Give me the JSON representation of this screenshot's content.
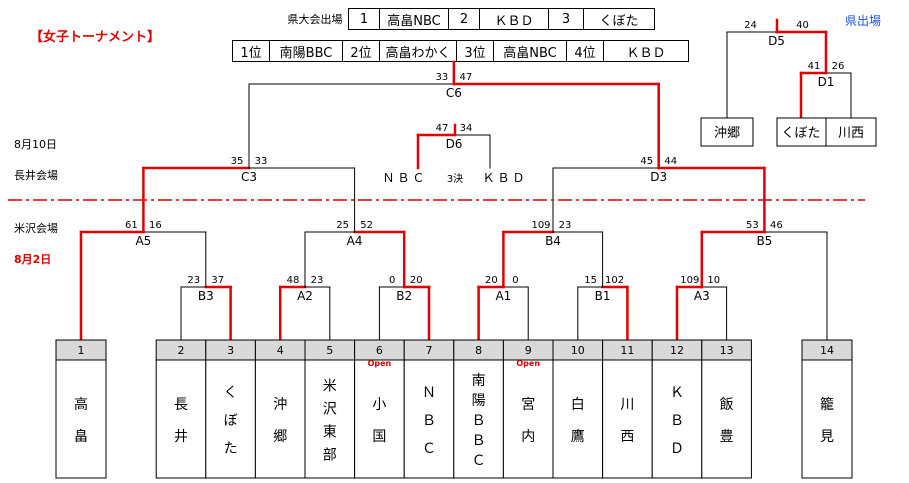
{
  "header": {
    "title": "【女子トーナメント】",
    "date_round2": "8月10日",
    "date_round1": "8月2日",
    "venue_upper": "長井会場",
    "venue_lower": "米沢会場",
    "prefecture_label": "県出場"
  },
  "qualifiers": {
    "label": "県大会出場",
    "entries": [
      {
        "rank": "1",
        "name": "高畠NBC"
      },
      {
        "rank": "2",
        "name": "ＫＢＤ"
      },
      {
        "rank": "3",
        "name": "くぼた"
      }
    ]
  },
  "final_ranking": [
    {
      "rank": "1位",
      "name": "南陽BBC"
    },
    {
      "rank": "2位",
      "name": "高畠わかく"
    },
    {
      "rank": "3位",
      "name": "高畠NBC"
    },
    {
      "rank": "4位",
      "name": "ＫＢＤ"
    }
  ],
  "teams": [
    {
      "no": "1",
      "name": "高畠",
      "note": ""
    },
    {
      "no": "2",
      "name": "長井",
      "note": ""
    },
    {
      "no": "3",
      "name": "くぼた",
      "note": ""
    },
    {
      "no": "4",
      "name": "沖郷",
      "note": ""
    },
    {
      "no": "5",
      "name": "米沢東部",
      "note": ""
    },
    {
      "no": "6",
      "name": "小国",
      "note": "Open"
    },
    {
      "no": "7",
      "name": "ＮＢＣ",
      "note": ""
    },
    {
      "no": "8",
      "name": "南陽ＢＢＣ",
      "note": ""
    },
    {
      "no": "9",
      "name": "宮内",
      "note": "Open"
    },
    {
      "no": "10",
      "name": "白鷹",
      "note": ""
    },
    {
      "no": "11",
      "name": "川西",
      "note": ""
    },
    {
      "no": "12",
      "name": "ＫＢＤ",
      "note": ""
    },
    {
      "no": "13",
      "name": "飯豊",
      "note": ""
    },
    {
      "no": "14",
      "name": "籠見",
      "note": ""
    }
  ],
  "matches": [
    {
      "id": "A1",
      "left": "20",
      "right": "0"
    },
    {
      "id": "A2",
      "left": "48",
      "right": "23"
    },
    {
      "id": "A3",
      "left": "109",
      "right": "10"
    },
    {
      "id": "B1",
      "left": "15",
      "right": "102"
    },
    {
      "id": "B2",
      "left": "0",
      "right": "20"
    },
    {
      "id": "B3",
      "left": "23",
      "right": "37"
    },
    {
      "id": "A4",
      "left": "25",
      "right": "52"
    },
    {
      "id": "A5",
      "left": "61",
      "right": "16"
    },
    {
      "id": "B4",
      "left": "109",
      "right": "23"
    },
    {
      "id": "B5",
      "left": "53",
      "right": "46"
    },
    {
      "id": "C3",
      "left": "35",
      "right": "33"
    },
    {
      "id": "D3",
      "left": "45",
      "right": "44"
    },
    {
      "id": "C6",
      "left": "33",
      "right": "47"
    },
    {
      "id": "D6",
      "left": "47",
      "right": "34"
    },
    {
      "id": "D1",
      "left": "41",
      "right": "26"
    },
    {
      "id": "D5",
      "left": "24",
      "right": "40"
    }
  ],
  "third_place": {
    "left_team": "ＮＢＣ",
    "label": "3決",
    "right_team": "ＫＢＤ"
  },
  "prefecture_teams": [
    "沖郷",
    "くぼた",
    "川西"
  ],
  "colors": {
    "winner_line": "#e00000",
    "normal_line": "#000000",
    "venue_divider": "#e00000",
    "open_note": "#e00000",
    "prefecture_label": "#2255dd",
    "header_cell": "#d9d9d9"
  }
}
